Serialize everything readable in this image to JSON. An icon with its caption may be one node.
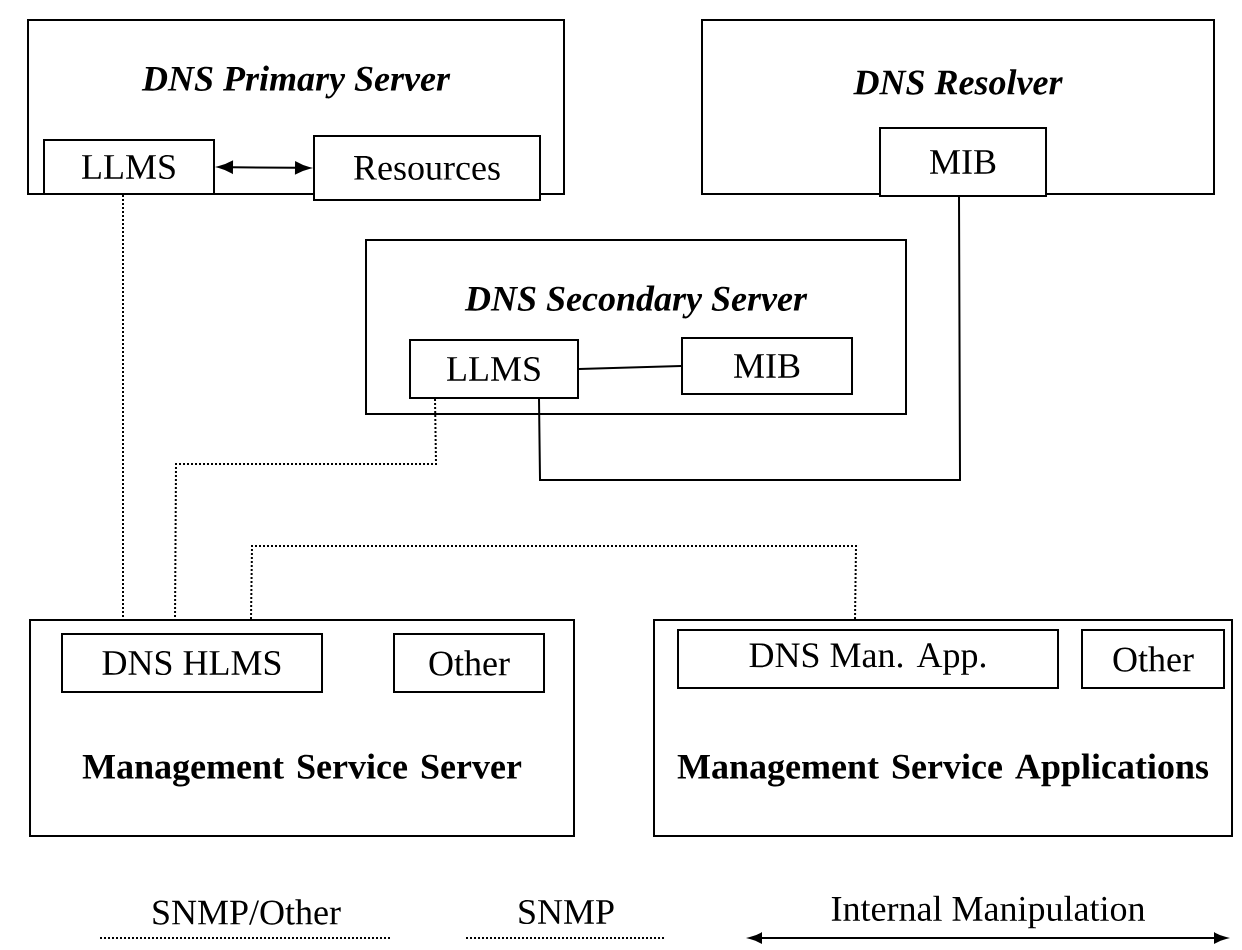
{
  "diagram": {
    "nodes": [
      {
        "text": [
          "DNS Primary Server"
        ]
      },
      {
        "text": [
          "LLMS"
        ],
        "in": 0
      },
      {
        "text": [
          "Resources"
        ],
        "in": 0
      },
      {
        "text": [
          "DNS Resolver"
        ]
      },
      {
        "text": [
          "MIB"
        ],
        "in": 3
      },
      {
        "text": [
          "DNS Secondary Server"
        ]
      },
      {
        "text": [
          "LLMS"
        ],
        "in": 5
      },
      {
        "text": [
          "MIB"
        ],
        "in": 5
      },
      {
        "text": [
          "Management Service Server"
        ]
      },
      {
        "text": [
          "DNS HLMS"
        ],
        "in": 8
      },
      {
        "text": [
          "Other"
        ],
        "in": 8
      },
      {
        "text": [
          "Management Service Applications"
        ]
      },
      {
        "text": [
          "DNS Man. App."
        ],
        "in": 11
      },
      {
        "text": [
          "Other"
        ],
        "in": 11
      }
    ],
    "edges": [
      {
        "from": 1,
        "to": 2,
        "arrow": "both"
      },
      {
        "from": 6,
        "to": 7,
        "arrow": "none"
      },
      {
        "from": 1,
        "to": 8,
        "arrow": "none",
        "style": "dashed"
      },
      {
        "from": 6,
        "to": 8,
        "arrow": "none",
        "style": "dashed"
      },
      {
        "from": 6,
        "to": 4,
        "arrow": "none"
      },
      {
        "from": 8,
        "to": 11,
        "arrow": "none",
        "style": "dashed"
      }
    ],
    "legend": [
      {
        "text": "SNMP/Other"
      },
      {
        "text": "SNMP"
      },
      {
        "text": "Internal Manipulation"
      }
    ]
  }
}
